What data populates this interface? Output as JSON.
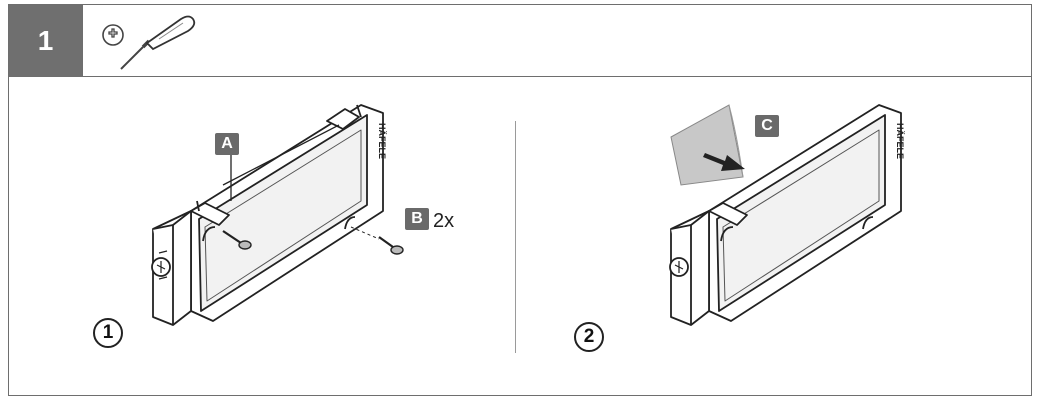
{
  "header": {
    "step_number": "1"
  },
  "panel1": {
    "number": "1",
    "label_a": "A",
    "label_b": "B",
    "quantity": "2x"
  },
  "panel2": {
    "number": "2",
    "label_c": "C"
  },
  "logo_text": "HÄFELE",
  "icons": [
    "phillips-head-icon",
    "screwdriver-icon",
    "screw-icon",
    "arrow-right-icon"
  ],
  "colors": {
    "label_bg": "#6a6a6a",
    "step_bg": "#6f6f6f",
    "line": "#222222"
  }
}
